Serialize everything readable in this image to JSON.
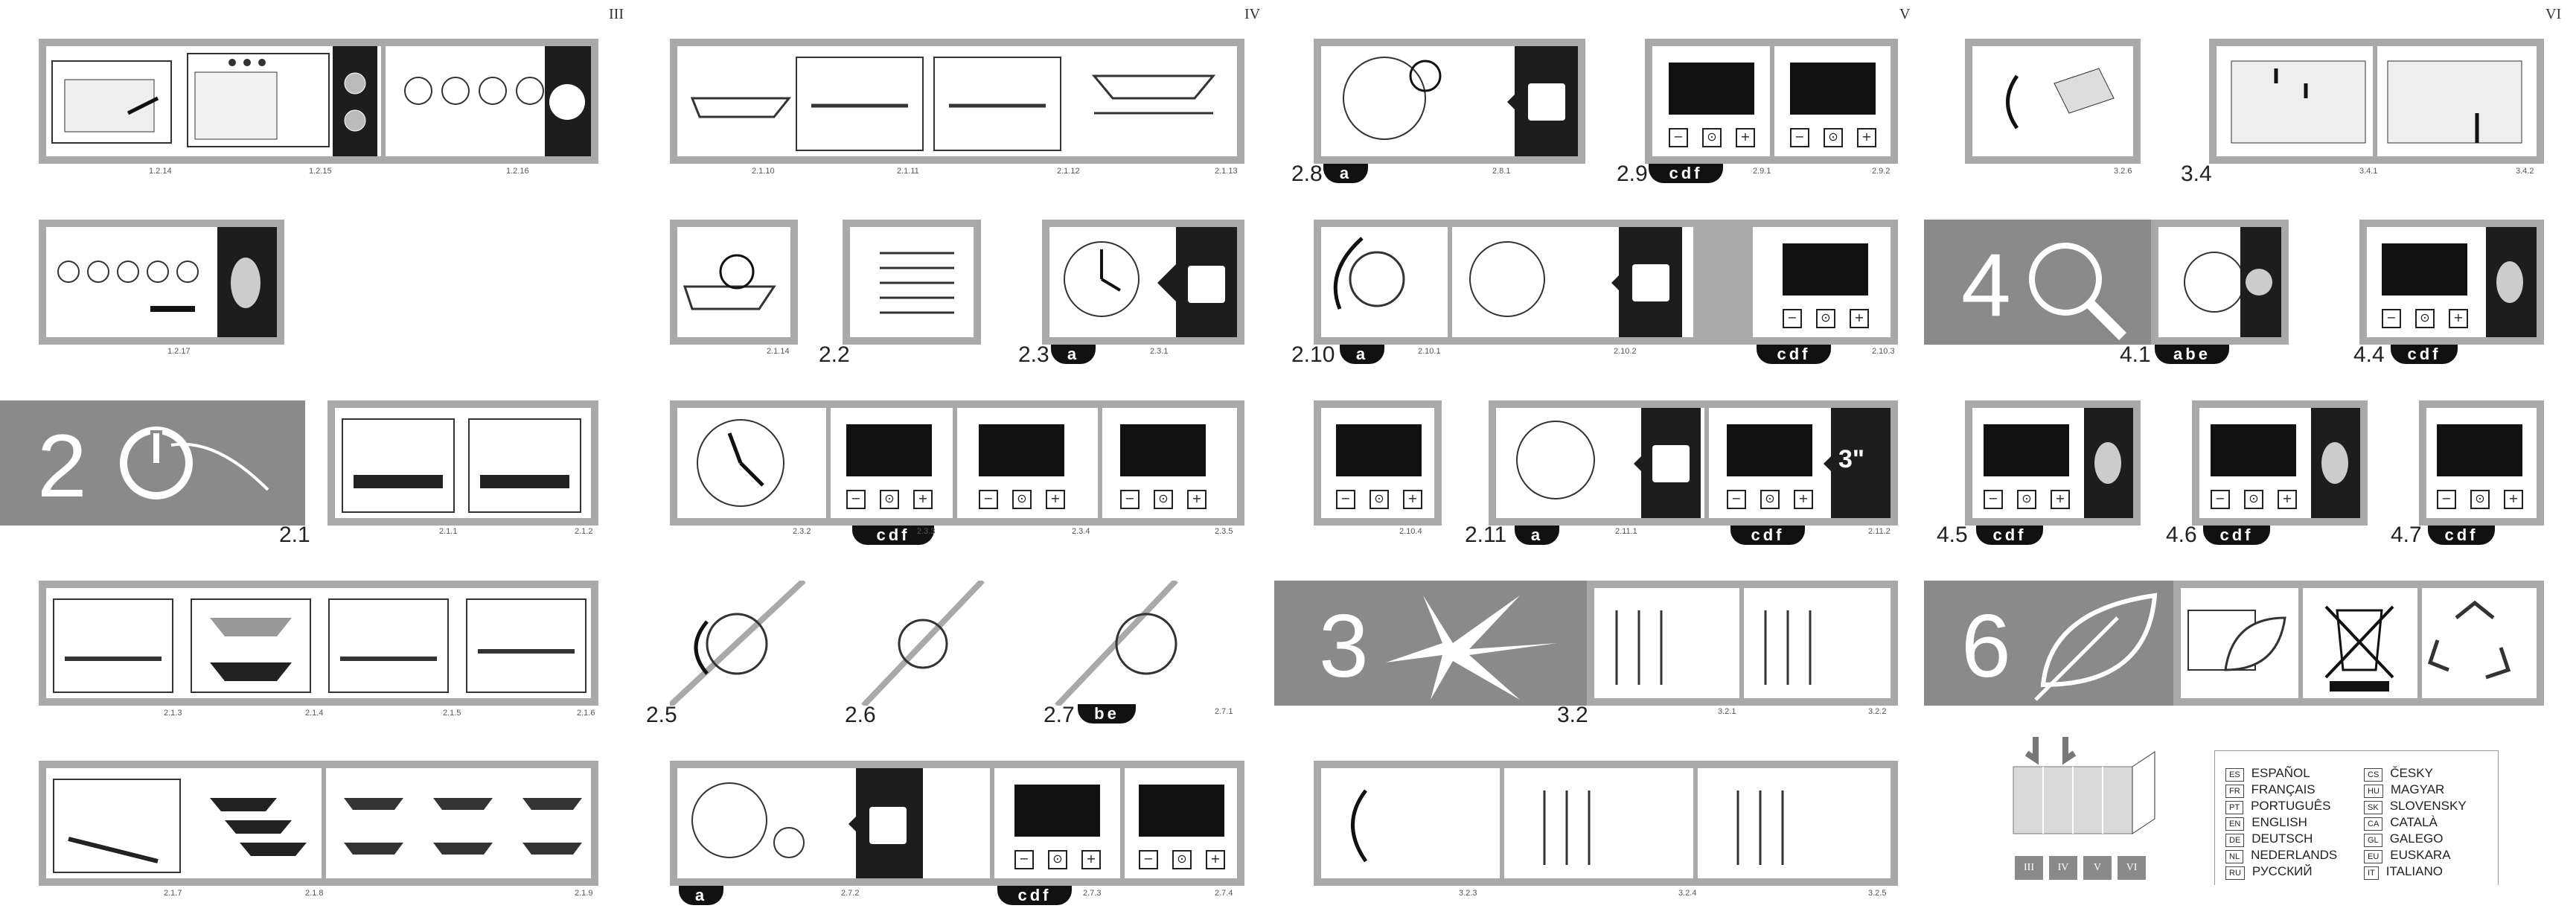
{
  "pages": {
    "p3": "III",
    "p4": "IV",
    "p5": "V",
    "p6": "VI"
  },
  "captions": {
    "c1214": "1.2.14",
    "c1215": "1.2.15",
    "c1216": "1.2.16",
    "c1217": "1.2.17",
    "c211": "2.1.1",
    "c212": "2.1.2",
    "c213": "2.1.3",
    "c214": "2.1.4",
    "c215": "2.1.5",
    "c216": "2.1.6",
    "c217": "2.1.7",
    "c218": "2.1.8",
    "c219": "2.1.9",
    "c2110": "2.1.10",
    "c2111": "2.1.11",
    "c2112": "2.1.12",
    "c2113": "2.1.13",
    "c2114": "2.1.14",
    "c231": "2.3.1",
    "c232": "2.3.2",
    "c233": "2.3.3",
    "c234": "2.3.4",
    "c235": "2.3.5",
    "c271": "2.7.1",
    "c272": "2.7.2",
    "c273": "2.7.3",
    "c274": "2.7.4",
    "c281": "2.8.1",
    "c291": "2.9.1",
    "c292": "2.9.2",
    "c2101": "2.10.1",
    "c2102": "2.10.2",
    "c2103": "2.10.3",
    "c2104": "2.10.4",
    "c2111b": "2.11.1",
    "c2112b": "2.11.2",
    "c321": "3.2.1",
    "c322": "3.2.2",
    "c323": "3.2.3",
    "c324": "3.2.4",
    "c325": "3.2.5",
    "c326": "3.2.6",
    "c341": "3.4.1",
    "c342": "3.4.2"
  },
  "steps": {
    "s21": "2.1",
    "s22": "2.2",
    "s23": "2.3",
    "s25": "2.5",
    "s26": "2.6",
    "s27": "2.7",
    "s28": "2.8",
    "s29": "2.9",
    "s210": "2.10",
    "s211": "2.11",
    "s32": "3.2",
    "s34": "3.4",
    "s41": "4.1",
    "s44": "4.4",
    "s45": "4.5",
    "s46": "4.6",
    "s47": "4.7"
  },
  "badges": {
    "a": "a",
    "cdf": "cdf",
    "be": "be",
    "abe": "abe"
  },
  "banners": {
    "b2": "2",
    "b3": "3",
    "b4": "4",
    "b6": "6"
  },
  "display": {
    "seconds": "3\""
  },
  "buttons": {
    "minus": "−",
    "set": "⊙",
    "plus": "+"
  },
  "languages": [
    {
      "code": "ES",
      "name": "ESPAÑOL"
    },
    {
      "code": "FR",
      "name": "FRANÇAIS"
    },
    {
      "code": "PT",
      "name": "PORTUGUÊS"
    },
    {
      "code": "EN",
      "name": "ENGLISH"
    },
    {
      "code": "DE",
      "name": "DEUTSCH"
    },
    {
      "code": "NL",
      "name": "NEDERLANDS"
    },
    {
      "code": "RU",
      "name": "РУССКИЙ"
    },
    {
      "code": "CS",
      "name": "ČESKY"
    },
    {
      "code": "HU",
      "name": "MAGYAR"
    },
    {
      "code": "SK",
      "name": "SLOVENSKY"
    },
    {
      "code": "CA",
      "name": "CATALÀ"
    },
    {
      "code": "GL",
      "name": "GALEGO"
    },
    {
      "code": "EU",
      "name": "EUSKARA"
    },
    {
      "code": "IT",
      "name": "ITALIANO"
    }
  ],
  "tabs": [
    "III",
    "IV",
    "V",
    "VI"
  ],
  "colors": {
    "frame": "#a9a9a9",
    "banner": "#8a8a8a",
    "dark": "#1d1d1d"
  }
}
